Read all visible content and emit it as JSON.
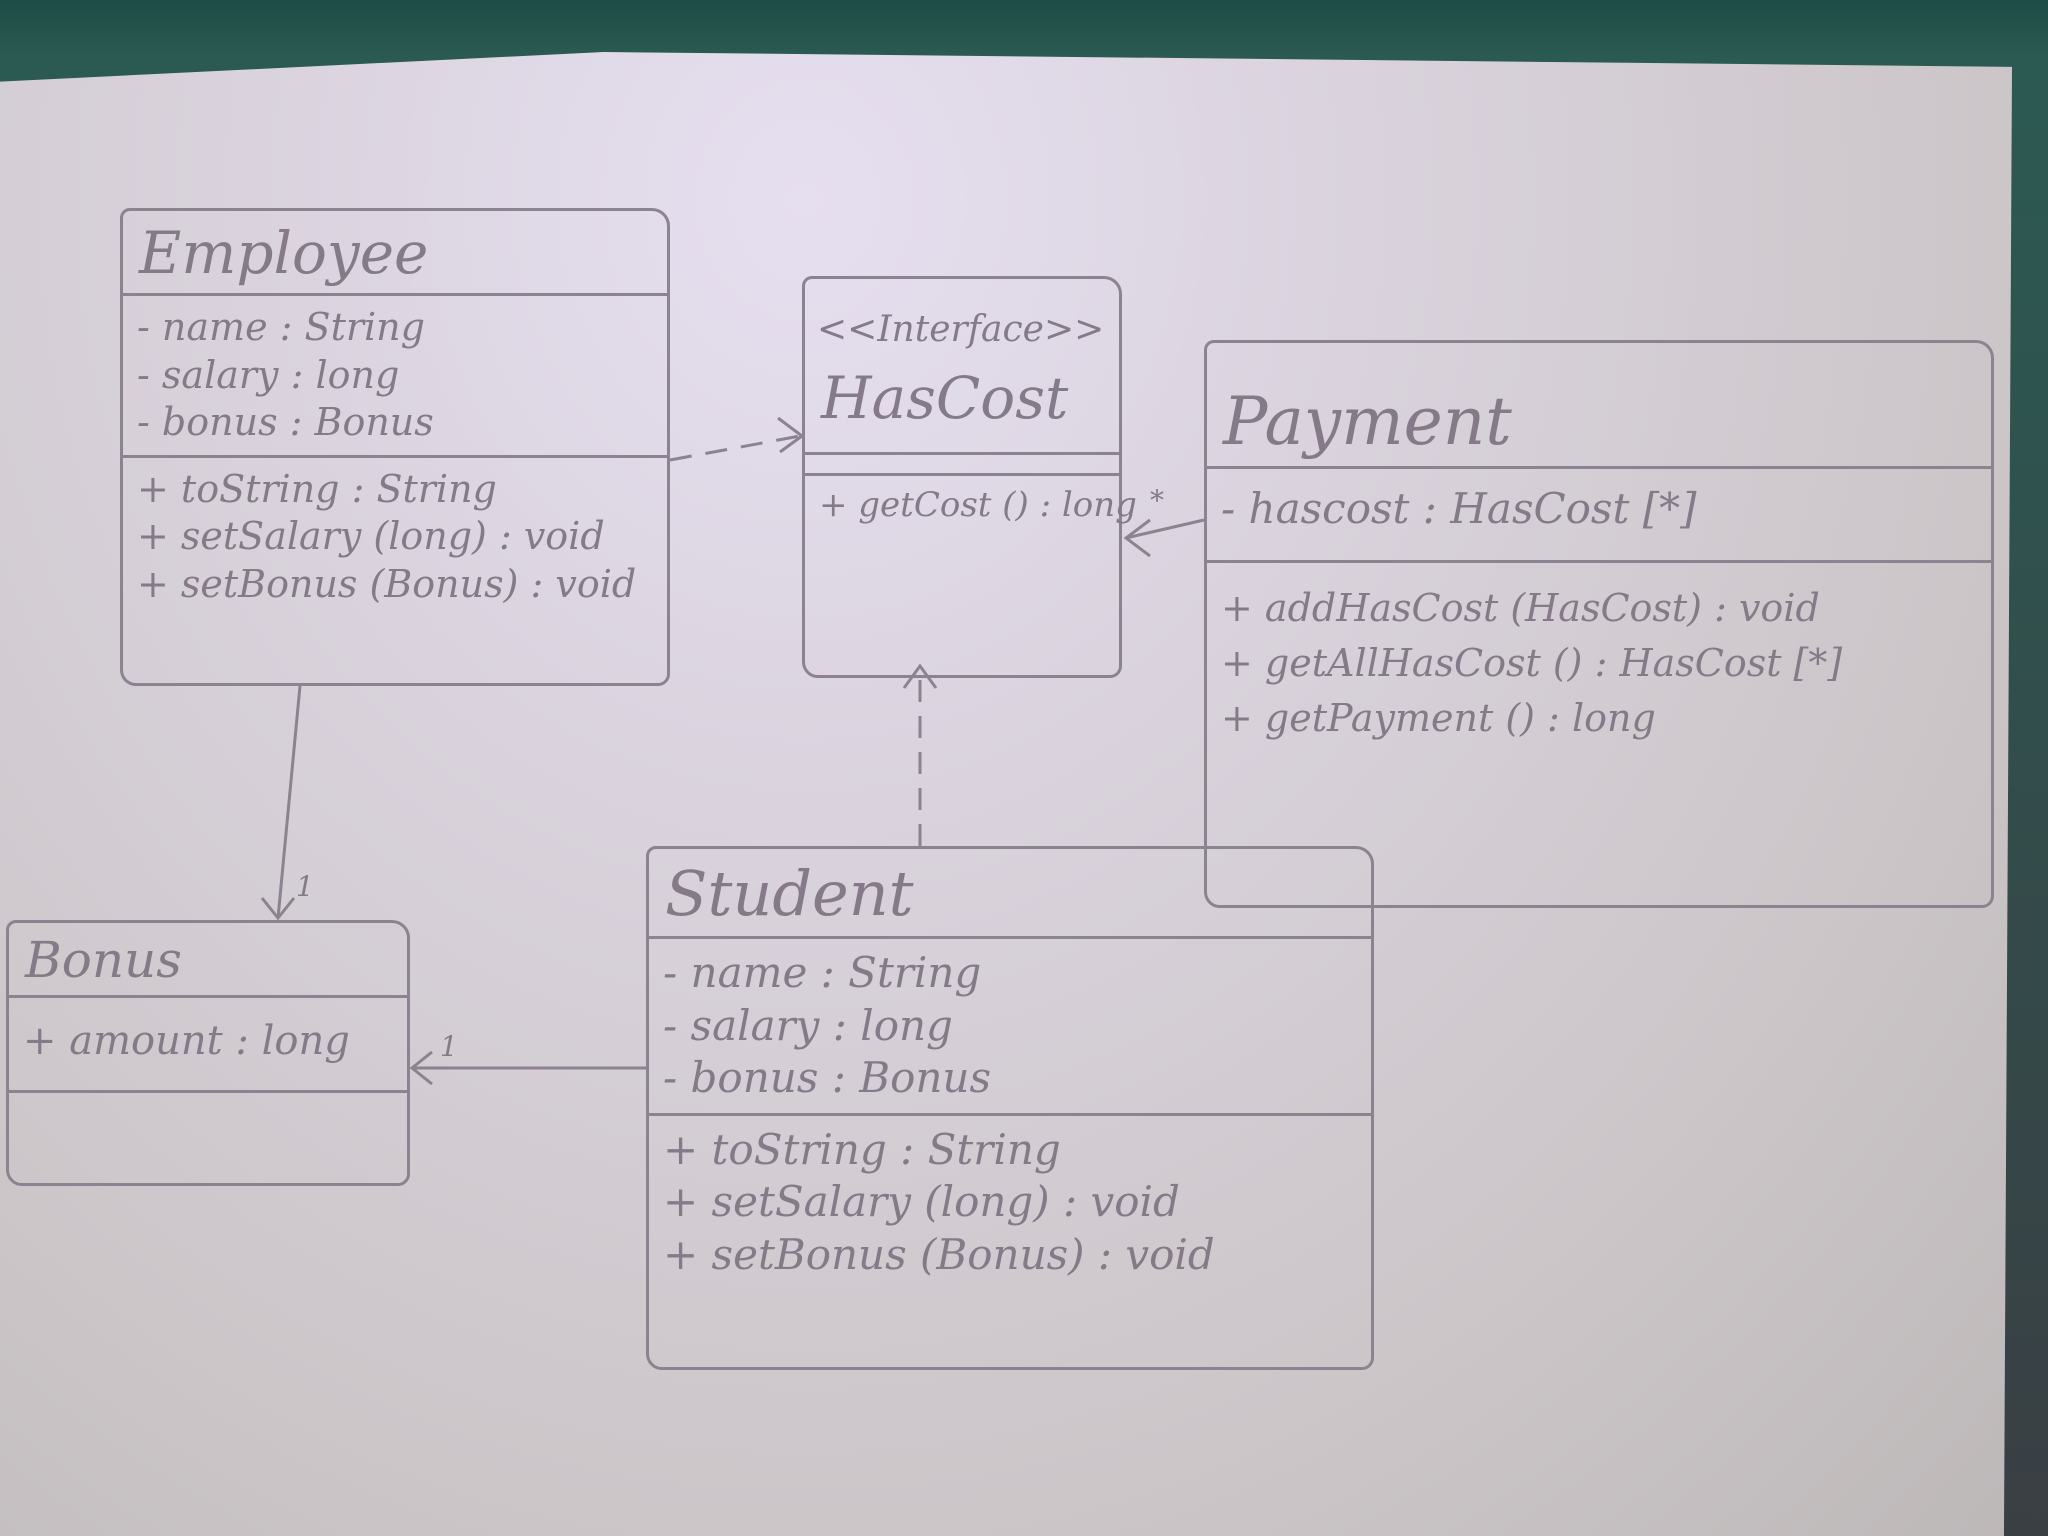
{
  "classes": {
    "employee": {
      "name": "Employee",
      "attributes": [
        "- name : String",
        "- salary : long",
        "- bonus : Bonus"
      ],
      "methods": [
        "+ toString : String",
        "+ setSalary (long) : void",
        "+ setBonus (Bonus) : void"
      ]
    },
    "hascost": {
      "stereotype": "<<Interface>>",
      "name": "HasCost",
      "attributes": [],
      "methods": [
        "+ getCost () : long"
      ]
    },
    "payment": {
      "name": "Payment",
      "attributes": [
        "- hascost : HasCost [*]"
      ],
      "methods": [
        "+ addHasCost (HasCost) : void",
        "+ getAllHasCost () : HasCost [*]",
        "+ getPayment () : long"
      ]
    },
    "bonus": {
      "name": "Bonus",
      "attributes": [
        "+ amount : long"
      ],
      "methods": []
    },
    "student": {
      "name": "Student",
      "attributes": [
        "- name : String",
        "- salary : long",
        "- bonus : Bonus"
      ],
      "methods": [
        "+ toString : String",
        "+ setSalary (long) : void",
        "+ setBonus (Bonus) : void"
      ]
    }
  },
  "multiplicities": {
    "employee_bonus": "1",
    "student_bonus": "1",
    "payment_hascost": "*"
  },
  "colors": {
    "ink": "#8d8290",
    "text": "#857a88"
  }
}
